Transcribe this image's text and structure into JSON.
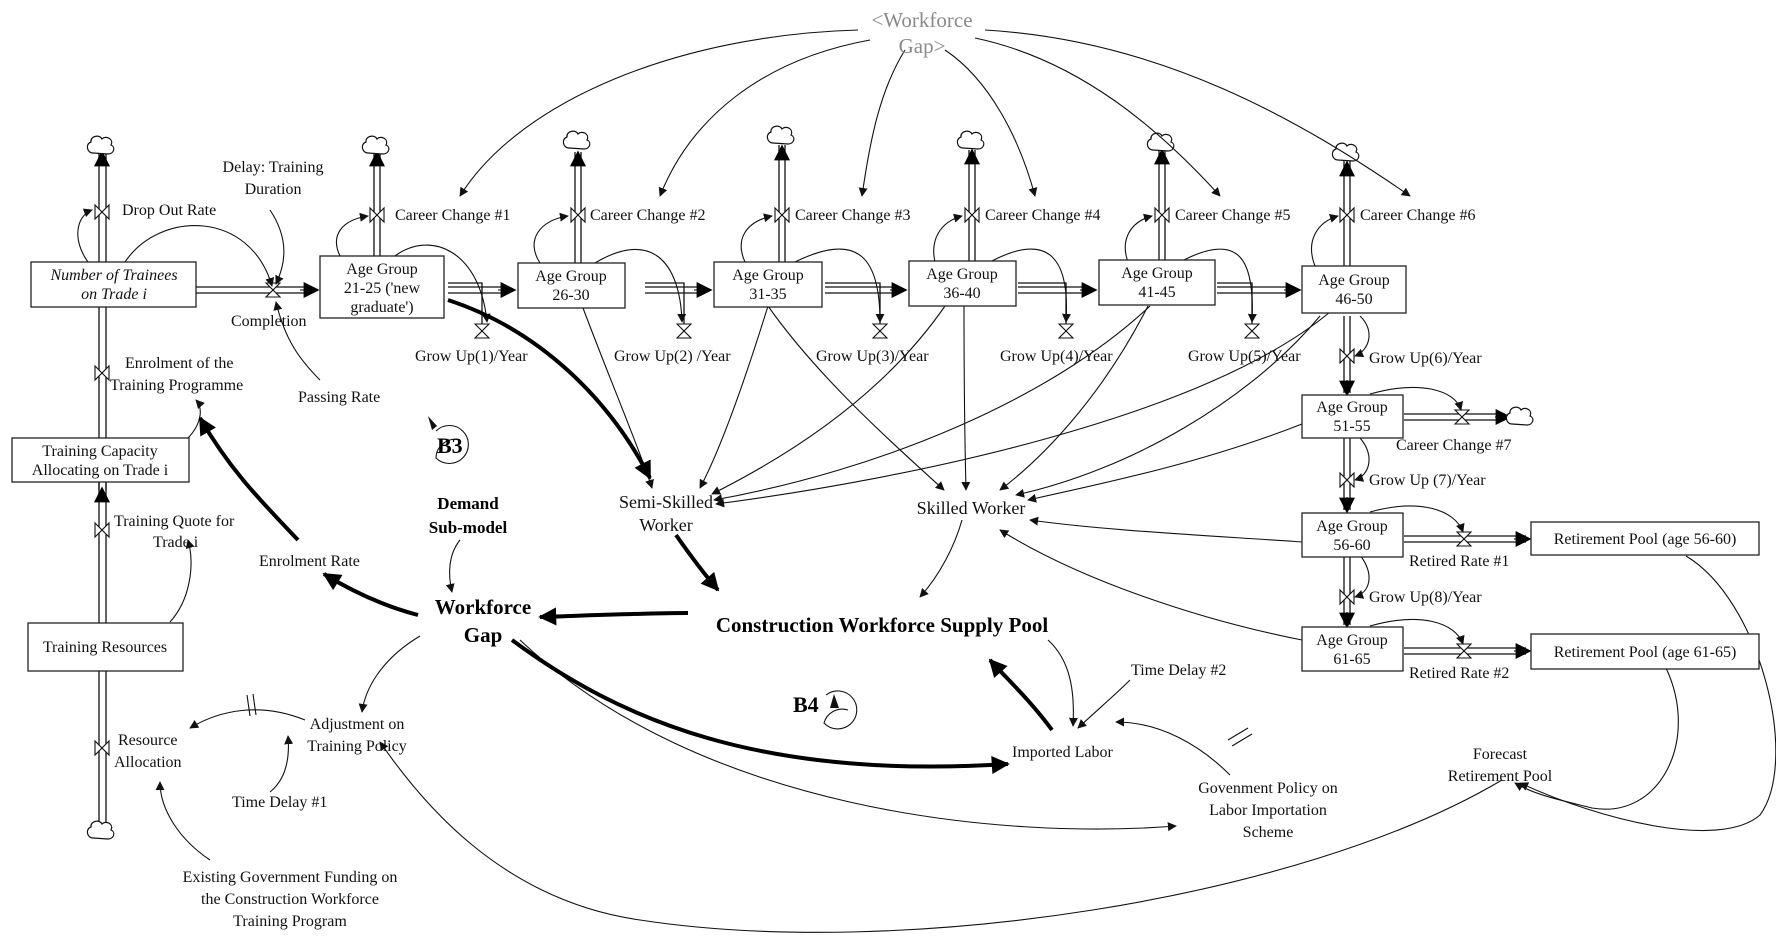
{
  "stocks": {
    "trainees_l1": "Number of Trainees",
    "trainees_l2": "on Trade i",
    "capacity_l1": "Training Capacity",
    "capacity_l2": "Allocating on Trade i",
    "resources": "Training Resources",
    "ag2125_l1": "Age Group",
    "ag2125_l2": "21-25 ('new",
    "ag2125_l3": "graduate')",
    "ag2630_l1": "Age Group",
    "ag2630_l2": "26-30",
    "ag3135_l1": "Age Group",
    "ag3135_l2": "31-35",
    "ag3640_l1": "Age Group",
    "ag3640_l2": "36-40",
    "ag4145_l1": "Age Group",
    "ag4145_l2": "41-45",
    "ag4650_l1": "Age Group",
    "ag4650_l2": "46-50",
    "ag5155_l1": "Age Group",
    "ag5155_l2": "51-55",
    "ag5660_l1": "Age Group",
    "ag5660_l2": "56-60",
    "ag6165_l1": "Age Group",
    "ag6165_l2": "61-65",
    "retire1": "Retirement Pool (age 56-60)",
    "retire2": "Retirement Pool (age 61-65)"
  },
  "flows": {
    "drop_out": "Drop Out Rate",
    "completion": "Completion",
    "enrolment_l1": "Enrolment of the",
    "enrolment_l2": "Training Programme",
    "quote_l1": "Training Quote for",
    "quote_l2": "Trade i",
    "resource_alloc_l1": "Resource",
    "resource_alloc_l2": "Allocation",
    "career1": "Career Change #1",
    "career2": "Career Change #2",
    "career3": "Career Change #3",
    "career4": "Career Change #4",
    "career5": "Career Change #5",
    "career6": "Career Change #6",
    "career7": "Career Change #7",
    "grow1": "Grow Up(1)/Year",
    "grow2": "Grow Up(2) /Year",
    "grow3": "Grow Up(3)/Year",
    "grow4": "Grow Up(4)/Year",
    "grow5": "Grow Up(5)/Year",
    "grow6": "Grow Up(6)/Year",
    "grow7": "Grow Up (7)/Year",
    "grow8": "Grow Up(8)/Year",
    "retired1": "Retired Rate #1",
    "retired2": "Retired Rate #2"
  },
  "aux": {
    "ghost_l1": "<Workforce",
    "ghost_l2": "Gap>",
    "delay_training_l1": "Delay: Training",
    "delay_training_l2": "Duration",
    "passing_rate": "Passing Rate",
    "b3": "B3",
    "b4": "B4",
    "demand_l1": "Demand",
    "demand_l2": "Sub-model",
    "enrolment_rate": "Enrolment Rate",
    "workforce_gap_l1": "Workforce",
    "workforce_gap_l2": "Gap",
    "semi_l1": "Semi-Skilled",
    "semi_l2": "Worker",
    "skilled": "Skilled Worker",
    "supply_pool": "Construction Workforce Supply Pool",
    "adjustment_l1": "Adjustment on",
    "adjustment_l2": "Training Policy",
    "time_delay1": "Time Delay #1",
    "time_delay2": "Time Delay #2",
    "imported": "Imported Labor",
    "gov_policy_l1": "Govenment Policy on",
    "gov_policy_l2": "Labor Importation",
    "gov_policy_l3": "Scheme",
    "forecast_l1": "Forecast",
    "forecast_l2": "Retirement Pool",
    "funding_l1": "Existing Government Funding on",
    "funding_l2": "the Construction Workforce",
    "funding_l3": "Training Program"
  }
}
